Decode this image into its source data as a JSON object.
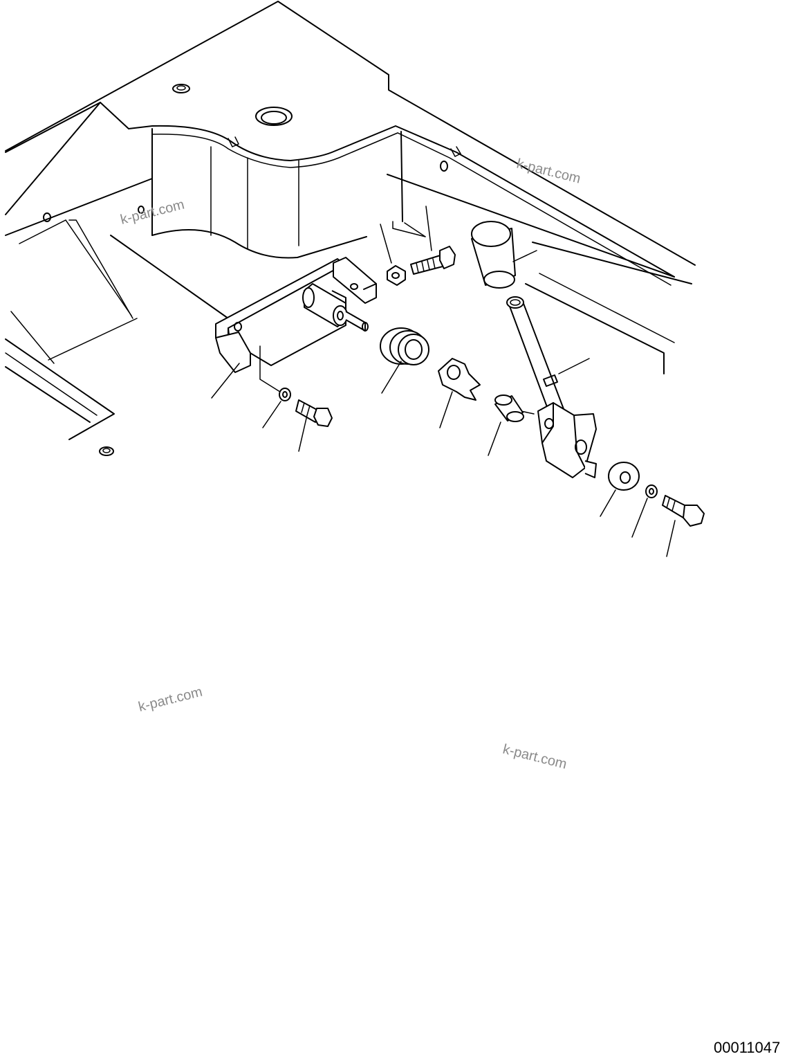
{
  "drawing": {
    "code": "00011047",
    "watermarks": [
      "k-part.com",
      "k-part.com",
      "k-part.com",
      "k-part.com"
    ]
  },
  "icons": {
    "parts": [
      "bracket-icon",
      "pin-icon",
      "nut-icon",
      "bolt-icon",
      "spring-icon",
      "lock-plate-icon",
      "collar-icon",
      "bushing-icon",
      "lever-icon",
      "washer-icon",
      "bolt-icon"
    ]
  },
  "colors": {
    "line": "#000000",
    "watermark": "#8a8a8a",
    "background": "#ffffff"
  }
}
